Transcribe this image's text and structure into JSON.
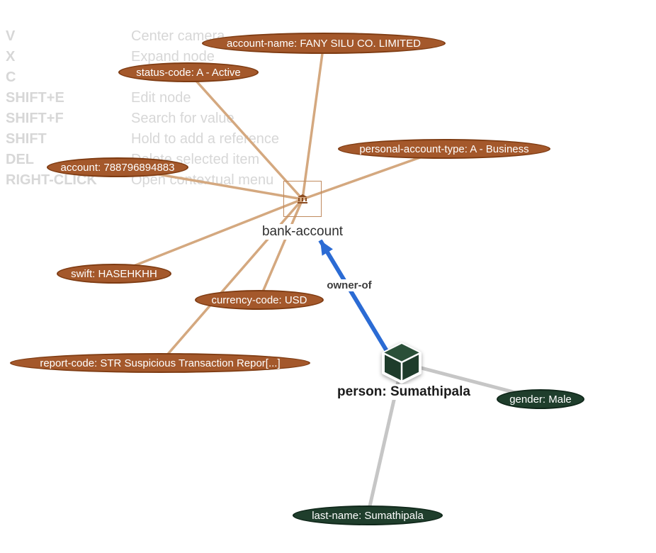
{
  "legend": {
    "rows": [
      {
        "key": "V",
        "action": "Center camera"
      },
      {
        "key": "X",
        "action": "Expand node"
      },
      {
        "key": "C",
        "action": ""
      },
      {
        "key": "SHIFT+E",
        "action": "Edit node"
      },
      {
        "key": "SHIFT+F",
        "action": "Search for value"
      },
      {
        "key": "SHIFT",
        "action": "Hold to add a reference"
      },
      {
        "key": "DEL",
        "action": "Delete selected item"
      },
      {
        "key": "RIGHT-CLICK",
        "action": "Open contextual menu"
      }
    ]
  },
  "graph": {
    "bank": {
      "label": "bank-account"
    },
    "person": {
      "label": "person: Sumathipala"
    },
    "relation": {
      "label": "owner-of"
    },
    "bank_attributes": [
      {
        "label": "account-name: FANY SILU CO. LIMITED"
      },
      {
        "label": "status-code: A - Active"
      },
      {
        "label": "personal-account-type: A - Business"
      },
      {
        "label": "account: 788796894883"
      },
      {
        "label": "swift: HASEHKHH"
      },
      {
        "label": "currency-code: USD"
      },
      {
        "label": "report-code: STR Suspicious Transaction Repor[...]"
      }
    ],
    "person_attributes": [
      {
        "label": "gender: Male"
      },
      {
        "label": "last-name: Sumathipala"
      }
    ]
  },
  "colors": {
    "attribute_brown": "#A4582B",
    "attribute_green": "#1F3E2C",
    "edge_tan": "#D4A87F",
    "edge_gray": "#C6C6C6",
    "relation_blue": "#2B6BD4"
  }
}
